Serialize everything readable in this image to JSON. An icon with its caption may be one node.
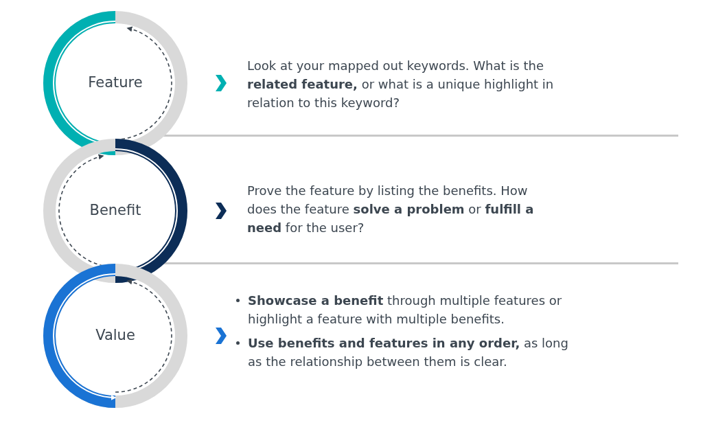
{
  "diagram": {
    "nodes": [
      {
        "text": [
          "Feature"
        ]
      },
      {
        "text": [
          "Benefit"
        ]
      },
      {
        "text": [
          "Value"
        ]
      },
      {
        "text": [
          "Look at your mapped out keywords. What is the **related feature,** or what is a unique highlight in relation to this keyword?"
        ]
      },
      {
        "text": [
          "Prove the feature by listing the benefits. How does the feature **solve a problem** or **fulfill a need** for the user?"
        ]
      },
      {
        "text": [
          "**Showcase a benefit** through multiple features or highlight a feature with multiple benefits.",
          "**Use benefits and features in any order,** as long as the relationship between them is clear."
        ]
      }
    ],
    "edges": [
      {
        "from": 0,
        "to": 3,
        "arrow": "to",
        "color": "#00b0b2"
      },
      {
        "from": 1,
        "to": 4,
        "arrow": "to",
        "color": "#0c2d57"
      },
      {
        "from": 2,
        "to": 5,
        "arrow": "to",
        "color": "#1a73d4"
      }
    ]
  }
}
